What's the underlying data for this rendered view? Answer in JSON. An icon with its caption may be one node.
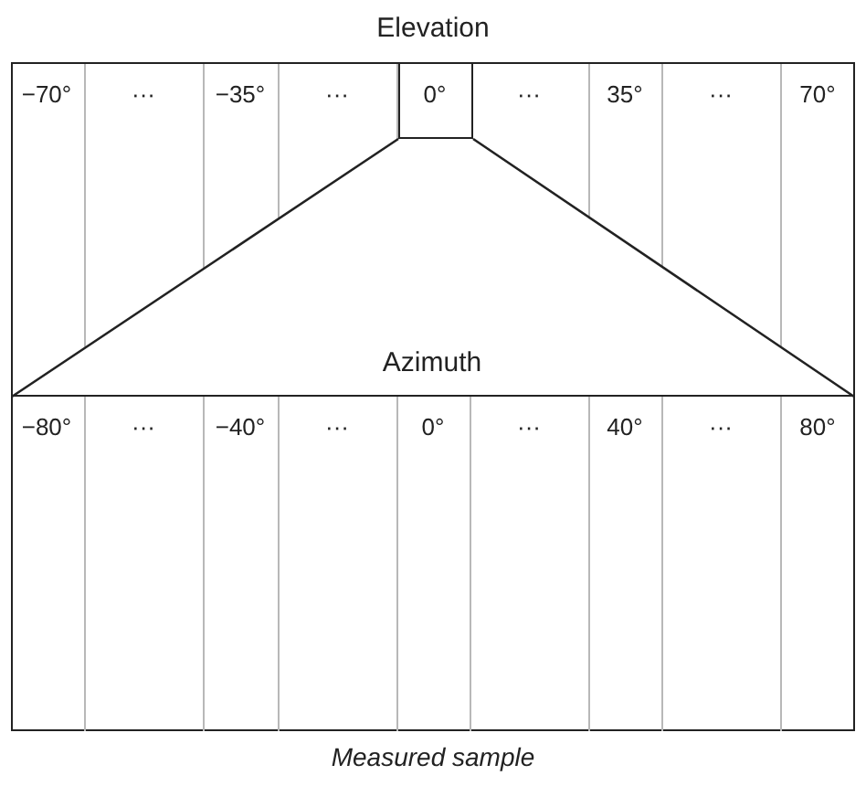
{
  "diagram": {
    "caption": "Measured sample",
    "nodes": [
      {
        "text": [
          "Elevation"
        ]
      },
      {
        "text": [
          "−70°"
        ],
        "in": 0
      },
      {
        "text": [
          "···"
        ],
        "in": 0
      },
      {
        "text": [
          "−35°"
        ],
        "in": 0
      },
      {
        "text": [
          "···"
        ],
        "in": 0
      },
      {
        "text": [
          "0°"
        ],
        "in": 0
      },
      {
        "text": [
          "···"
        ],
        "in": 0
      },
      {
        "text": [
          "35°"
        ],
        "in": 0
      },
      {
        "text": [
          "···"
        ],
        "in": 0
      },
      {
        "text": [
          "70°"
        ],
        "in": 0
      },
      {
        "text": [
          "Azimuth"
        ],
        "in": 0
      },
      {
        "text": [],
        "shape": "box"
      },
      {
        "text": [
          "−80°"
        ],
        "in": 11
      },
      {
        "text": [
          "···"
        ],
        "in": 11
      },
      {
        "text": [
          "−40°"
        ],
        "in": 11
      },
      {
        "text": [
          "···"
        ],
        "in": 11
      },
      {
        "text": [
          "0°"
        ],
        "in": 11
      },
      {
        "text": [
          "···"
        ],
        "in": 11
      },
      {
        "text": [
          "40°"
        ],
        "in": 11
      },
      {
        "text": [
          "···"
        ],
        "in": 11
      },
      {
        "text": [
          "80°"
        ],
        "in": 11
      }
    ]
  }
}
